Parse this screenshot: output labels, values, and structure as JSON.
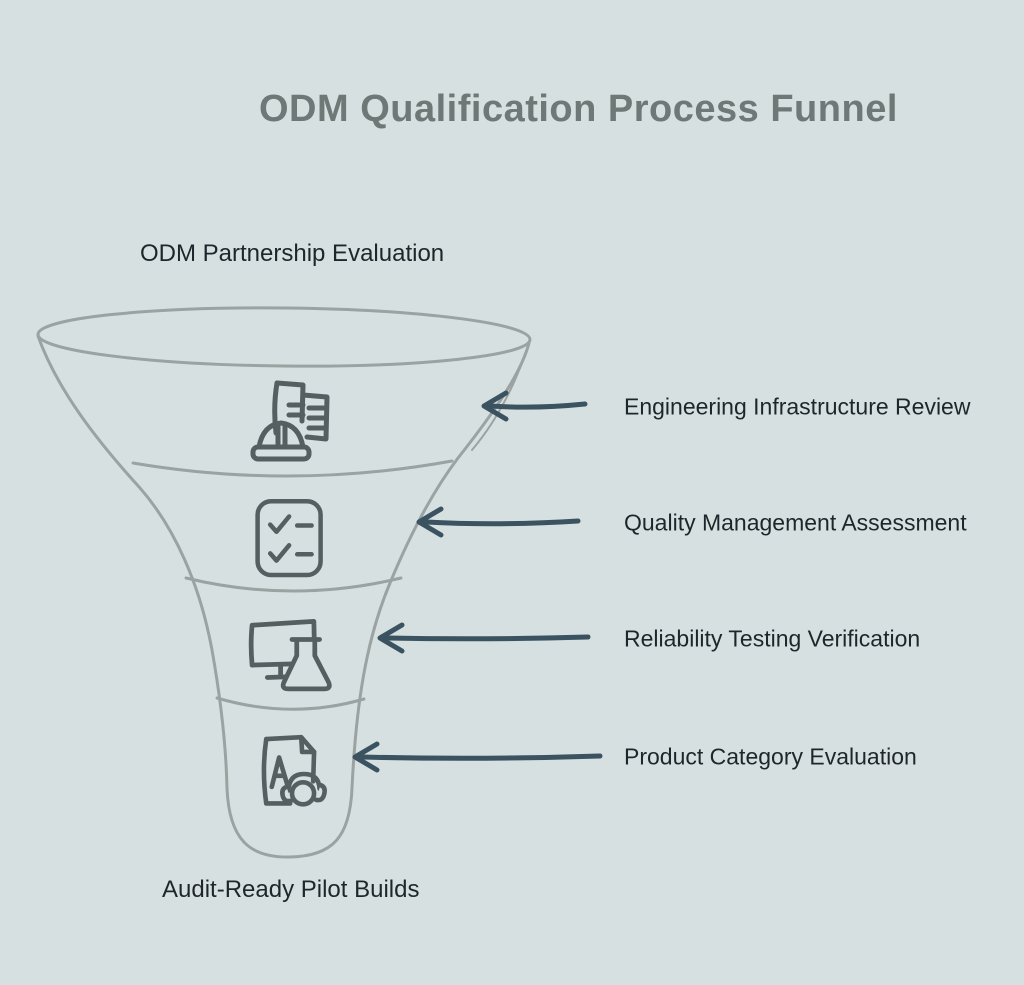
{
  "title": "ODM Qualification Process Funnel",
  "funnel": {
    "top_label": "ODM Partnership Evaluation",
    "bottom_label": "Audit-Ready Pilot Builds",
    "stages": [
      {
        "label": "Engineering Infrastructure Review",
        "icon": "buildings-hardhat-icon"
      },
      {
        "label": "Quality Management Assessment",
        "icon": "checklist-icon"
      },
      {
        "label": "Reliability Testing Verification",
        "icon": "monitor-flask-icon"
      },
      {
        "label": "Product Category Evaluation",
        "icon": "document-search-icon"
      }
    ]
  },
  "colors": {
    "background": "#d6e0e0",
    "funnel_outline": "#9aa3a2",
    "icon_stroke": "#555e61",
    "arrow": "#3b5361",
    "title_text": "#6e7876",
    "label_text": "#1e262b"
  }
}
